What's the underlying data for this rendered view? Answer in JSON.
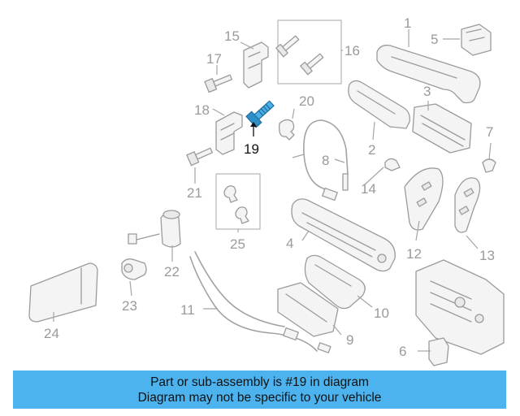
{
  "diagram": {
    "highlight_color": "#49b0e8",
    "callouts": [
      {
        "id": "1",
        "label": "1"
      },
      {
        "id": "2",
        "label": "2"
      },
      {
        "id": "3",
        "label": "3"
      },
      {
        "id": "4",
        "label": "4"
      },
      {
        "id": "5",
        "label": "5"
      },
      {
        "id": "6",
        "label": "6"
      },
      {
        "id": "7",
        "label": "7"
      },
      {
        "id": "8",
        "label": "8"
      },
      {
        "id": "9",
        "label": "9"
      },
      {
        "id": "10",
        "label": "10"
      },
      {
        "id": "11",
        "label": "11"
      },
      {
        "id": "12",
        "label": "12"
      },
      {
        "id": "13",
        "label": "13"
      },
      {
        "id": "14",
        "label": "14"
      },
      {
        "id": "15",
        "label": "15"
      },
      {
        "id": "16",
        "label": "16"
      },
      {
        "id": "17",
        "label": "17"
      },
      {
        "id": "18",
        "label": "18"
      },
      {
        "id": "19",
        "label": "19",
        "highlighted": true
      },
      {
        "id": "20",
        "label": "20"
      },
      {
        "id": "21",
        "label": "21"
      },
      {
        "id": "22",
        "label": "22"
      },
      {
        "id": "23",
        "label": "23"
      },
      {
        "id": "24",
        "label": "24"
      },
      {
        "id": "25",
        "label": "25"
      }
    ]
  },
  "banner": {
    "background": "#4cb3ee",
    "line1": "Part or sub-assembly is #19 in diagram",
    "line2": "Diagram may not be specific to your vehicle"
  }
}
